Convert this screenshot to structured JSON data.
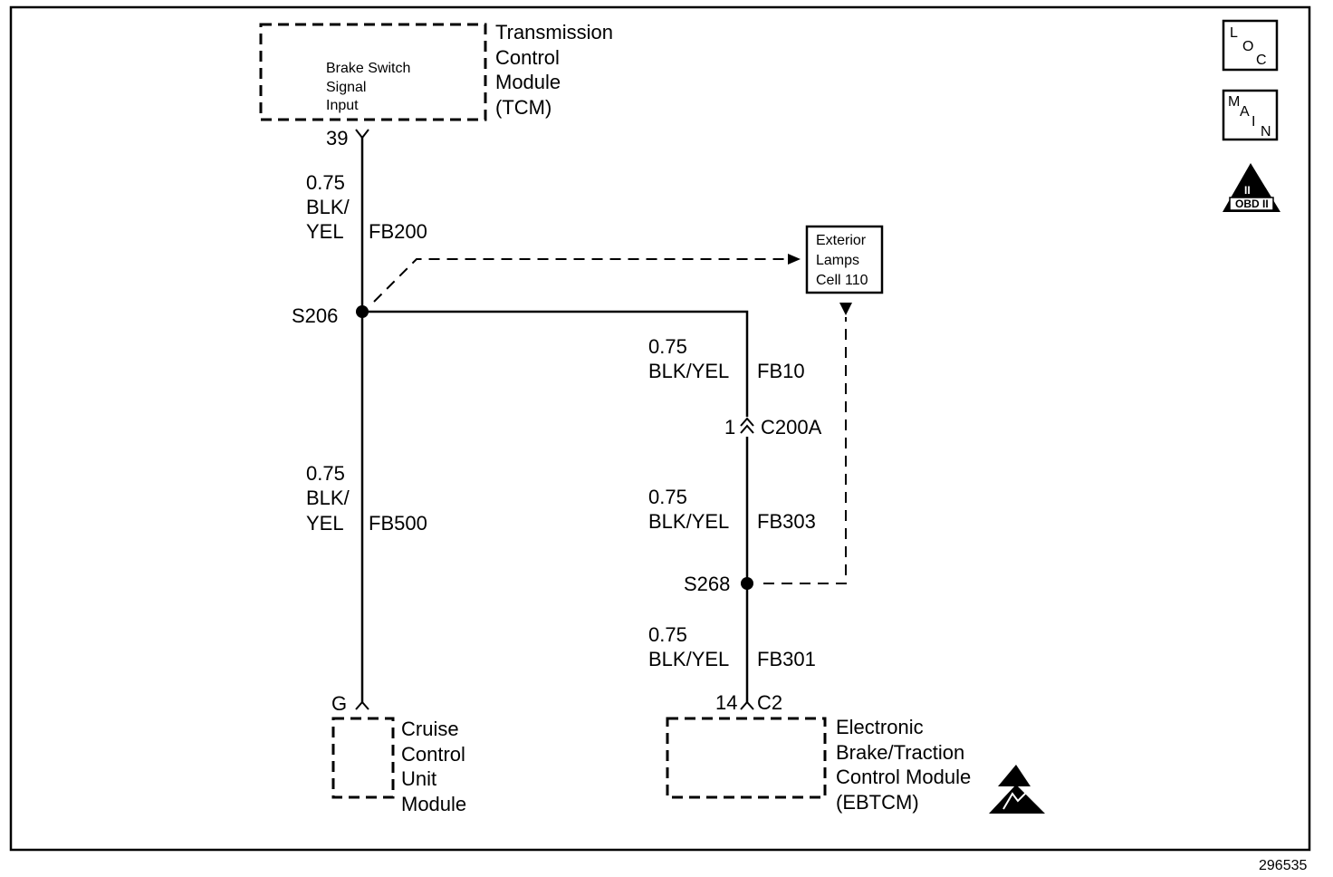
{
  "tcm": {
    "internal_lines": [
      "Brake Switch",
      "Signal",
      "Input"
    ],
    "name_lines": [
      "Transmission",
      "Control",
      "Module",
      "(TCM)"
    ],
    "pin": "39"
  },
  "wire_fb200": {
    "gauge": "0.75",
    "color_lines": [
      "BLK/",
      "YEL"
    ],
    "circuit": "FB200"
  },
  "splice_s206": "S206",
  "wire_fb500": {
    "gauge": "0.75",
    "color_lines": [
      "BLK/",
      "YEL"
    ],
    "circuit": "FB500"
  },
  "ccu": {
    "pin": "G",
    "name_lines": [
      "Cruise",
      "Control",
      "Unit",
      "Module"
    ]
  },
  "exterior_lamps": {
    "lines": [
      "Exterior",
      "Lamps",
      "Cell 110"
    ]
  },
  "wire_fb10": {
    "gauge": "0.75",
    "color": "BLK/YEL",
    "circuit": "FB10"
  },
  "connector_c200a": {
    "pin": "1",
    "name": "C200A"
  },
  "wire_fb303": {
    "gauge": "0.75",
    "color": "BLK/YEL",
    "circuit": "FB303"
  },
  "splice_s268": "S268",
  "wire_fb301": {
    "gauge": "0.75",
    "color": "BLK/YEL",
    "circuit": "FB301"
  },
  "ebtcm": {
    "pin": "14",
    "connector": "C2",
    "name_lines": [
      "Electronic",
      "Brake/Traction",
      "Control Module",
      "(EBTCM)"
    ]
  },
  "badges": {
    "loc": [
      "L",
      "O",
      "C"
    ],
    "main": [
      "M",
      "A",
      "I",
      "N"
    ],
    "obd": {
      "numeral": "II",
      "label": "OBD II"
    }
  },
  "figure_number": "296535"
}
